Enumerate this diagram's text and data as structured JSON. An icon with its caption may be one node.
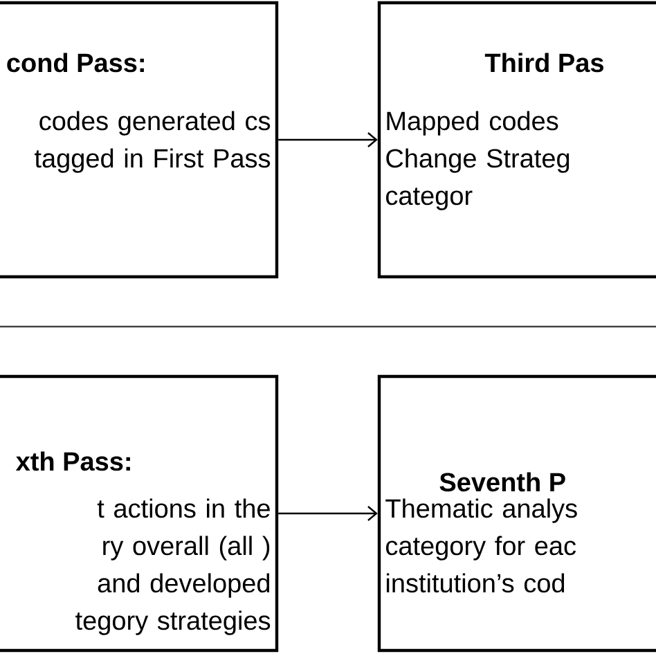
{
  "diagram": {
    "nodes": [
      {
        "text": [
          "cond Pass:",
          "codes generated cs tagged in First Pass"
        ]
      },
      {
        "text": [
          "Third Pas",
          "Mapped codes Change Strateg categor"
        ]
      },
      {
        "text": [
          "xth Pass:",
          "t actions in the ry overall (all ) and developed tegory strategies"
        ]
      },
      {
        "text": [
          "Seventh P",
          "Thematic analys category for eac institution’s cod"
        ]
      }
    ],
    "edges": [
      {
        "from": 0,
        "to": 1,
        "arrow": "to"
      },
      {
        "from": 2,
        "to": 3,
        "arrow": "to"
      }
    ]
  }
}
